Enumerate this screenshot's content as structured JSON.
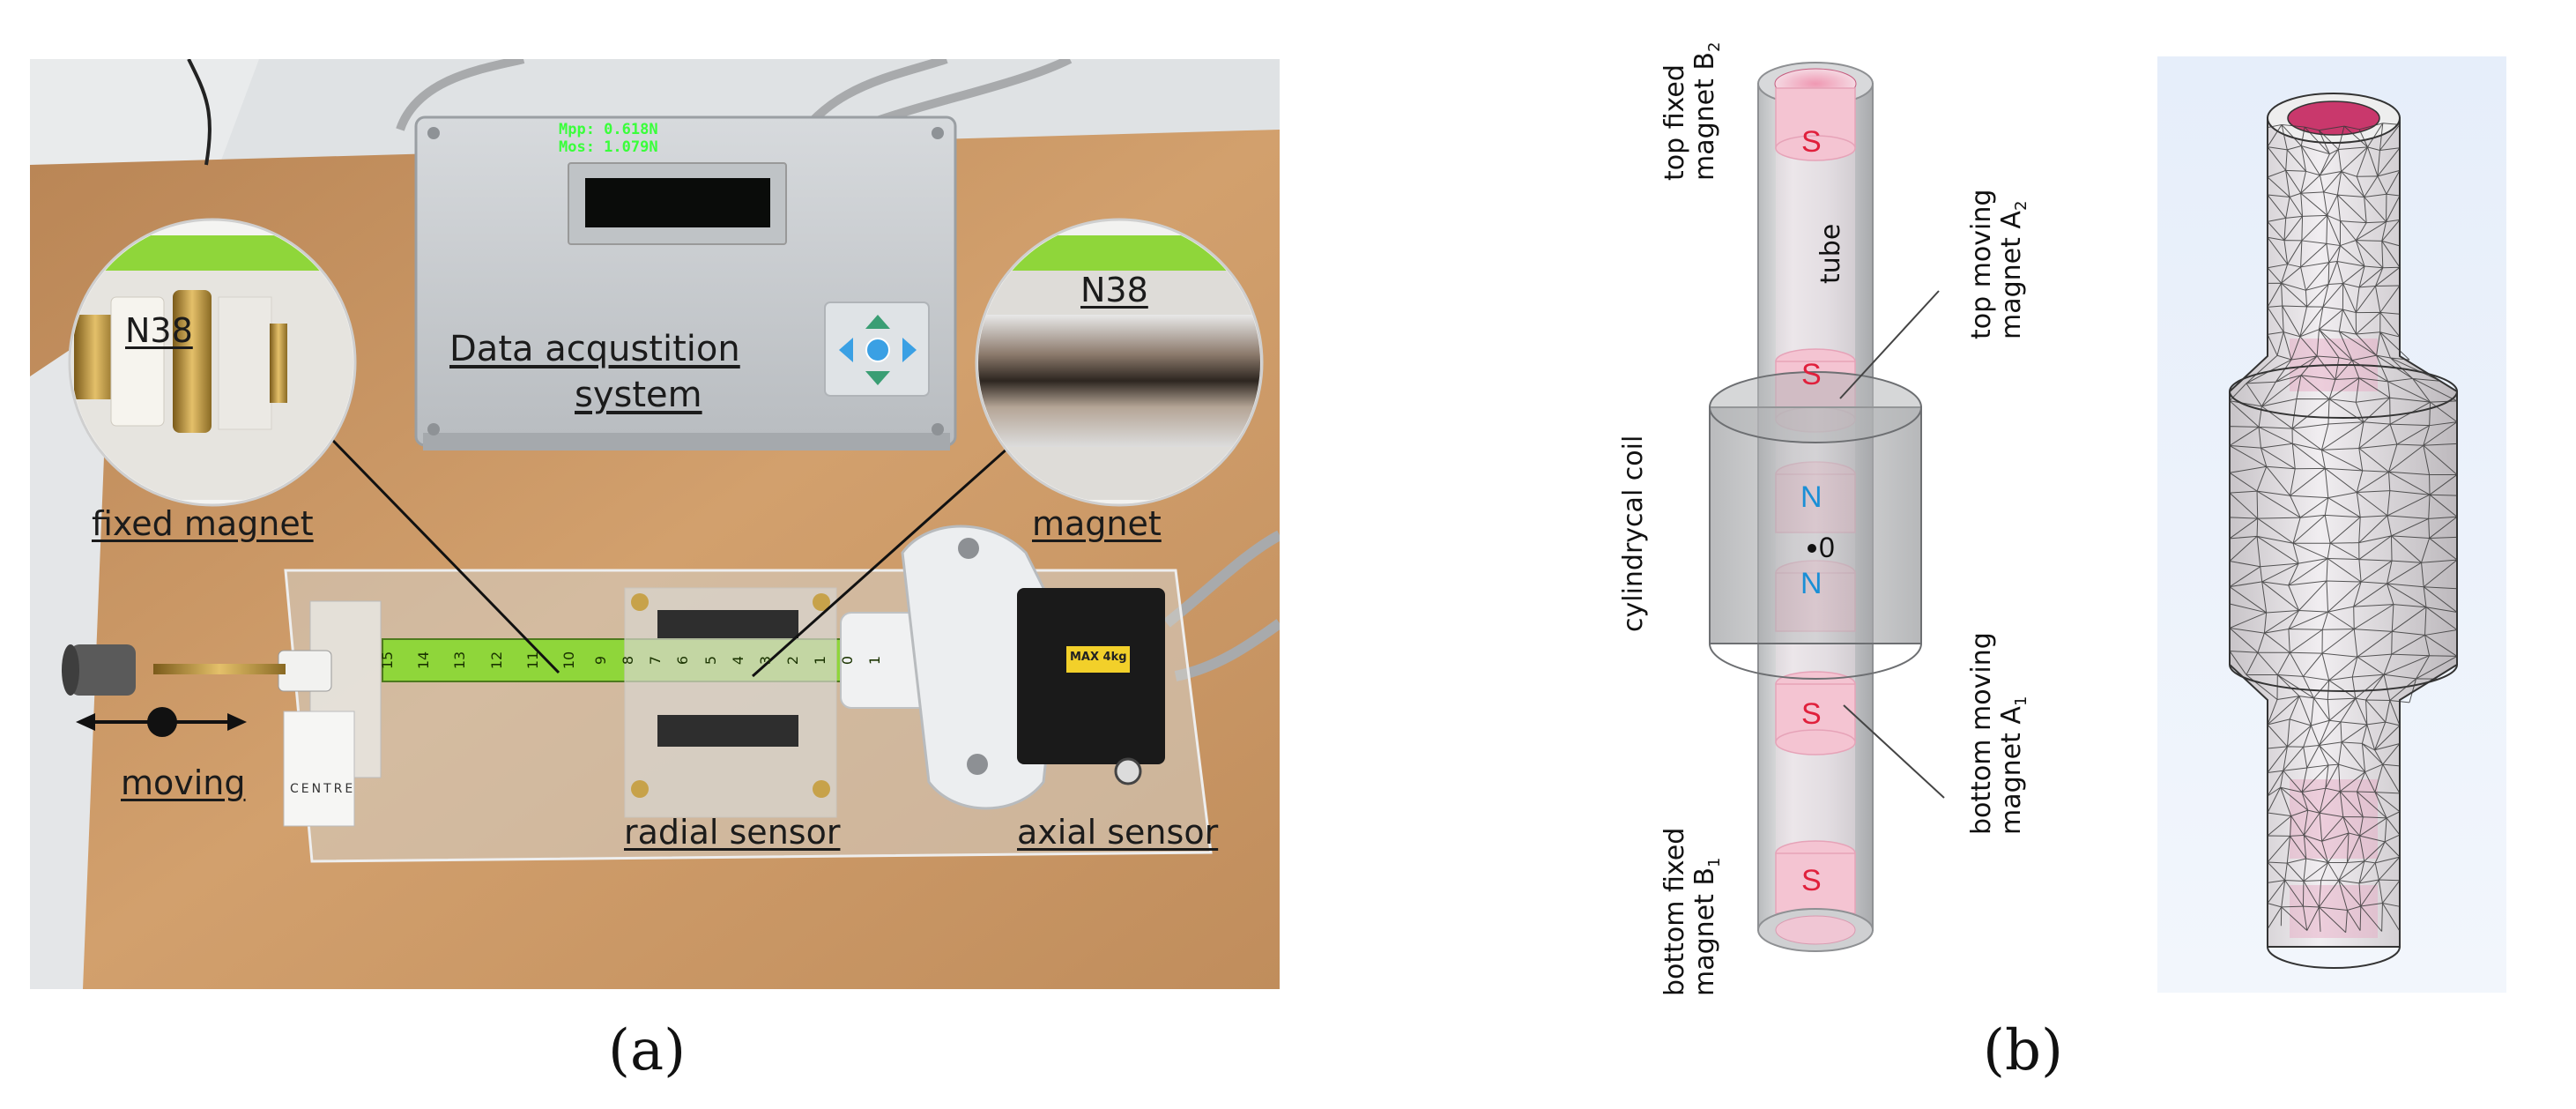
{
  "panel_a": {
    "caption": "(a)",
    "labels": {
      "data_acq_line1": "Data acqustition",
      "data_acq_line2": "system",
      "n38_left": "N38",
      "n38_right": "N38",
      "fixed_magnet": "fixed magnet",
      "magnet": "magnet",
      "moving": "moving",
      "radial_sensor": "radial sensor",
      "axial_sensor": "axial sensor"
    },
    "display": {
      "line1": "Mpp:  0.618N",
      "line2": "Mos:  1.079N"
    },
    "ruler_ticks": [
      "15",
      "14",
      "13",
      "12",
      "11",
      "10",
      "9",
      "8",
      "7",
      "6",
      "5",
      "4",
      "3",
      "2",
      "1",
      "0",
      "1"
    ],
    "axial_box_label": "MAX 4kg",
    "sticker_text": "CENTRE",
    "colors": {
      "ruler": "#8fd63a",
      "lcd_text": "#39ff3a",
      "wood": "#c99562"
    }
  },
  "panel_b": {
    "caption": "(b)",
    "vertical_labels": {
      "top_fixed_l1": "top fixed",
      "top_fixed_l2": "magnet B",
      "top_fixed_sub": "2",
      "bottom_fixed_l1": "bottom fixed",
      "bottom_fixed_l2": "magnet B",
      "bottom_fixed_sub": "1",
      "cyl_coil": "cylindrycal coil",
      "tube": "tube",
      "top_moving_l1": "top moving",
      "top_moving_l2": "magnet A",
      "top_moving_sub": "2",
      "bottom_moving_l1": "bottom moving",
      "bottom_moving_l2": "magnet A",
      "bottom_moving_sub": "1"
    },
    "poles": {
      "s_top": "S",
      "s_mid": "S",
      "n_upper": "N",
      "n_lower": "N",
      "s_low": "S",
      "s_bottom": "S"
    },
    "origin_label": "0",
    "colors": {
      "south": "#e0203c",
      "north": "#1a8fd6",
      "magnet_fill": "#f4c4d2"
    }
  }
}
